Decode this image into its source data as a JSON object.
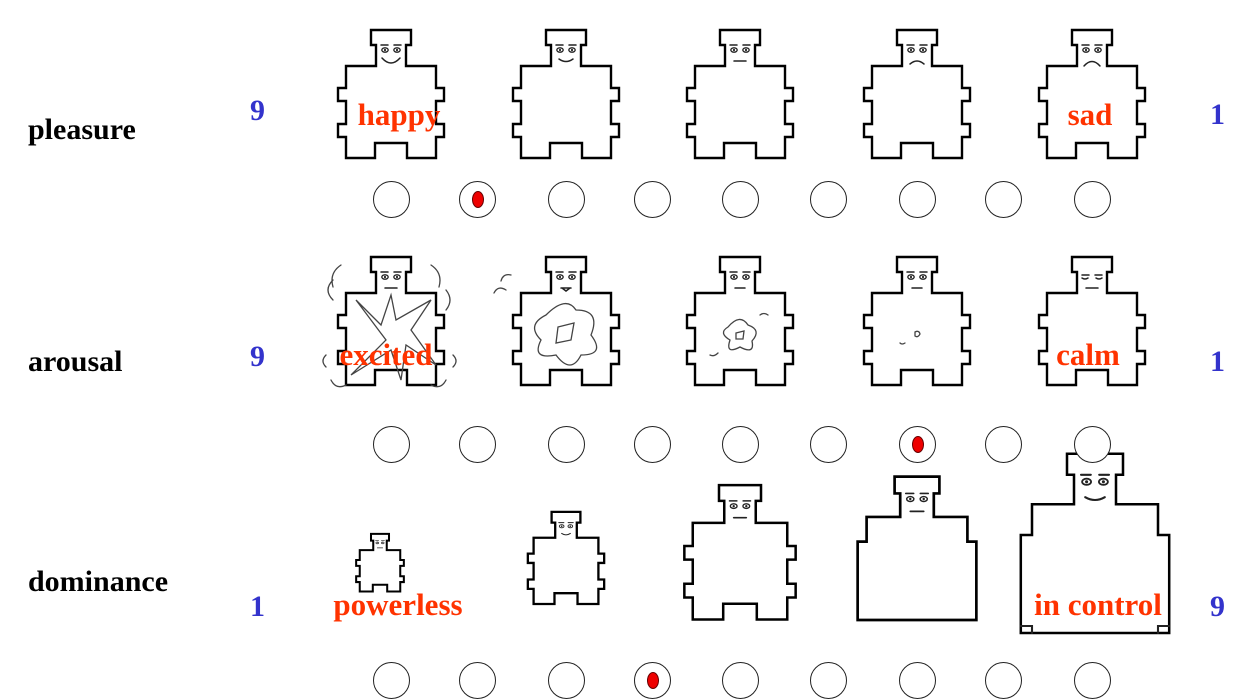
{
  "rows": [
    {
      "label": "pleasure",
      "left_number": "9",
      "right_number": "1",
      "left_word": "happy",
      "right_word": "sad",
      "scale_points": 9,
      "selected_point": 2
    },
    {
      "label": "arousal",
      "left_number": "9",
      "right_number": "1",
      "left_word": "excited",
      "right_word": "calm",
      "scale_points": 9,
      "selected_point": 7
    },
    {
      "label": "dominance",
      "left_number": "1",
      "right_number": "9",
      "left_word": "powerless",
      "right_word": "in control",
      "scale_points": 9,
      "selected_point": 4
    }
  ],
  "colors": {
    "label": "#000000",
    "number": "#3333cc",
    "anchor_word": "#ff3300",
    "selected_dot": "#ee0000"
  }
}
